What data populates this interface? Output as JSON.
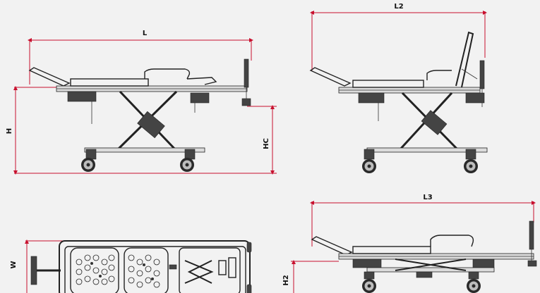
{
  "dimensions": {
    "L": "L",
    "H": "H",
    "HC": "HC",
    "L2": "L2",
    "L3": "L3",
    "W": "W",
    "H2": "H2"
  },
  "colors": {
    "dimension_line": "#c8102e",
    "drawing": "#222222",
    "background": "#f2f2f2"
  }
}
